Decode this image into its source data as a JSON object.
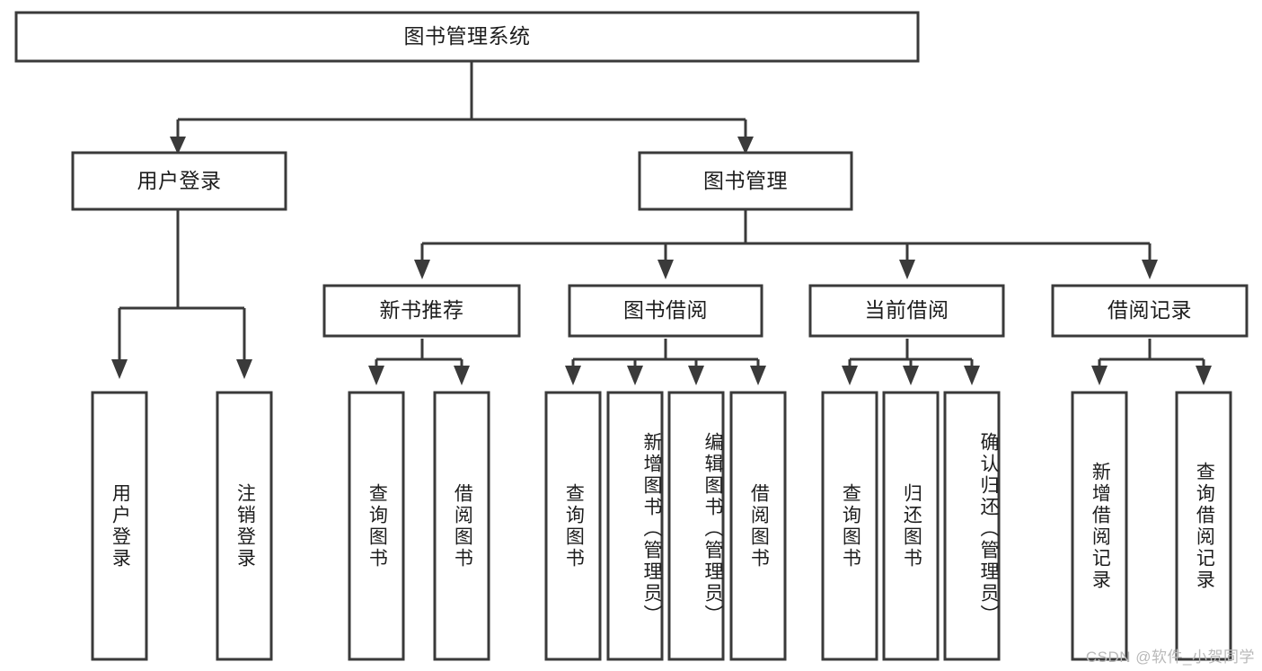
{
  "diagram": {
    "title": "图书管理系统",
    "watermark": "CSDN @软件_小贺同学",
    "colors": {
      "stroke": "#3a3a3a",
      "box_fill": "#ffffff",
      "text": "#1d1d1d",
      "watermark": "#b9b9b9",
      "background": "#ffffff"
    },
    "root": {
      "label": "图书管理系统"
    },
    "level2": [
      {
        "label": "用户登录"
      },
      {
        "label": "图书管理"
      }
    ],
    "level3": [
      {
        "label": "新书推荐"
      },
      {
        "label": "图书借阅"
      },
      {
        "label": "当前借阅"
      },
      {
        "label": "借阅记录"
      }
    ],
    "leaves_user_login": [
      {
        "label": "用户登录"
      },
      {
        "label": "注销登录"
      }
    ],
    "leaves_new_books": [
      {
        "label": "查询图书"
      },
      {
        "label": "借阅图书"
      }
    ],
    "leaves_borrow": [
      {
        "label": "查询图书"
      },
      {
        "label": "新增图书（管理员）"
      },
      {
        "label": "编辑图书（管理员）"
      },
      {
        "label": "借阅图书"
      }
    ],
    "leaves_current": [
      {
        "label": "查询图书"
      },
      {
        "label": "归还图书"
      },
      {
        "label": "确认归还（管理员）"
      }
    ],
    "leaves_records": [
      {
        "label": "新增借阅记录"
      },
      {
        "label": "查询借阅记录"
      }
    ]
  }
}
